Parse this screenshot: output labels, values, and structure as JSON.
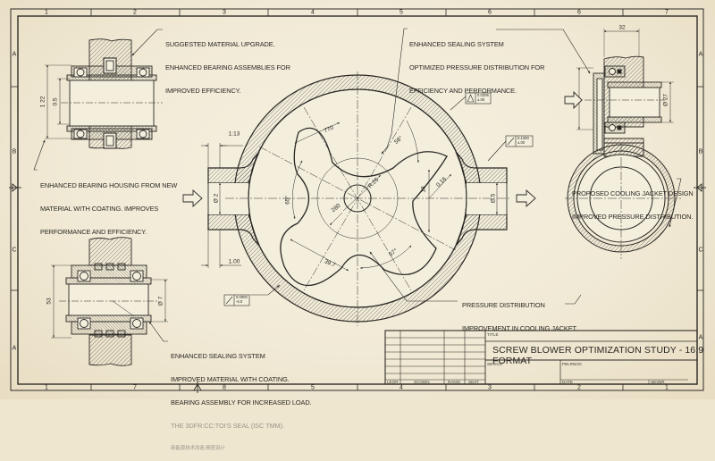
{
  "drawing": {
    "border": {
      "top_zones": [
        "1",
        "2",
        "3",
        "4",
        "5",
        "6",
        "6",
        "7"
      ],
      "bottom_zones": [
        "1",
        "7",
        "8",
        "5",
        "4",
        "3",
        "2",
        "1"
      ],
      "left_zones": [
        "A",
        "B",
        "C",
        "A"
      ],
      "right_zones": [
        "A",
        "B",
        "C",
        "A"
      ]
    },
    "notes": {
      "top_left": [
        "SUGGESTED MATERIAL UPGRADE.",
        "ENHANCED BEARING ASSEMBLIES FOR",
        "IMPROVED EFFICIENCY."
      ],
      "top_center": [
        "ENHANCED SEALING SYSTEM",
        "OPTIMIZED PRESSURE DISTRIBUTION FOR",
        "EFFICIENCY AND PERFORMANCE."
      ],
      "mid_left": [
        "ENHANCED BEARING HOUSING FROM NEW",
        "MATERIAL WITH COATING. IMPROVES",
        "PERFORMANCE AND EFFICIENCY."
      ],
      "mid_right": [
        "PROPOSED COOLING JACKET DESIGN",
        "IMPROVED PRESSURE DISTRIBUTION."
      ],
      "bottom_center": [
        "PRESSURE DISTRIBUTION",
        "IMPROVEMENT IN COOLING JACKET."
      ],
      "bottom_left": [
        "ENHANCED SEALING SYSTEM",
        "IMPROVED MATERIAL WITH COATING.",
        "BEARING ASSEMBLY FOR INCREASED LOAD.",
        "THE 3DFR:CC:TOI'S SEAL (ISC TMM).",
        "新能源技术改造 精密设计"
      ]
    },
    "dimensions": {
      "top_bearing_outer": "1 22",
      "top_bearing_inner": "0.5",
      "bottom_bearing_outer": "53",
      "bottom_bearing_inner": "Ø 7",
      "seal_width": "32",
      "seal_bore": "Ø 27",
      "inlet_top": "1:13",
      "inlet_bottom": "1.00",
      "inlet_dia": "Ø 2",
      "outlet_dia": "Ø 5",
      "lobe_top": "770",
      "angle_top_right": "56°",
      "angle_left": "65°",
      "hub_radius": "R.26",
      "hub_dia": "260",
      "lobe_right_height": "18",
      "lobe_right_radius": "0.16",
      "lobe_bottom_left": "39.7",
      "angle_bottom_right": "67°"
    },
    "feature_frames": {
      "top": {
        "value": "0.0206",
        "tol": "±.00"
      },
      "right": {
        "value": "0.1300",
        "tol": "±.00"
      },
      "left": {
        "value": "0.0000",
        "tol": "-5.0"
      }
    },
    "title_block": {
      "title_label": "TITLE",
      "title": "SCREW BLOWER OPTIMIZATION STUDY - 16:9 FORMAT",
      "services_label": "SEVICS",
      "reference_label": "PELRNOC",
      "date_label": "DATE",
      "sheet_label": "SEVER",
      "rev_cols": [
        "LEOR",
        "SCOIEN",
        "RANIS",
        "SEXT"
      ]
    },
    "colors": {
      "paper": "#f3ecd9",
      "ink": "#2a2824"
    }
  }
}
